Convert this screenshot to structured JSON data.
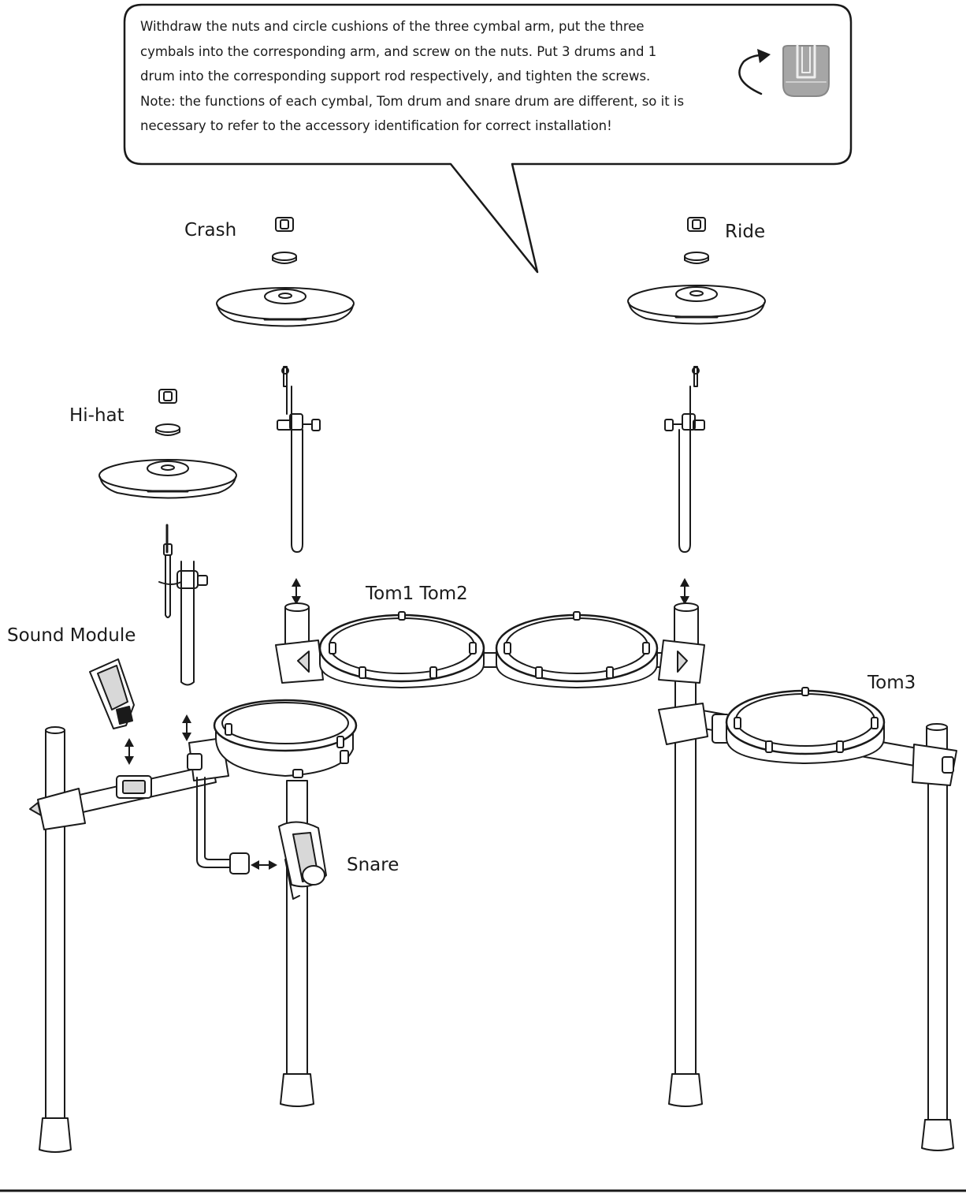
{
  "instruction": {
    "lines": [
      "Withdraw the nuts and circle cushions of the three cymbal arm, put the three",
      "cymbals into the corresponding arm, and screw on the nuts. Put 3 drums and 1",
      "drum into the corresponding support rod respectively, and tighten the screws.",
      "Note: the functions of each cymbal, Tom drum and snare drum are different, so it is",
      "necessary to refer to the accessory identification for correct installation!"
    ]
  },
  "labels": {
    "crash": "Crash",
    "ride": "Ride",
    "hihat": "Hi-hat",
    "toms_12": "Tom1 Tom2",
    "sound_module": "Sound Module",
    "tom3": "Tom3",
    "snare": "Snare"
  },
  "icons": [
    "rotate-arrow-icon",
    "wing-nut-icon",
    "double-arrow-icon"
  ],
  "colors": {
    "line": "#1a1a1a",
    "fill": "#ffffff",
    "shade": "#d8d8d8",
    "nut": "#9a9a9a"
  }
}
